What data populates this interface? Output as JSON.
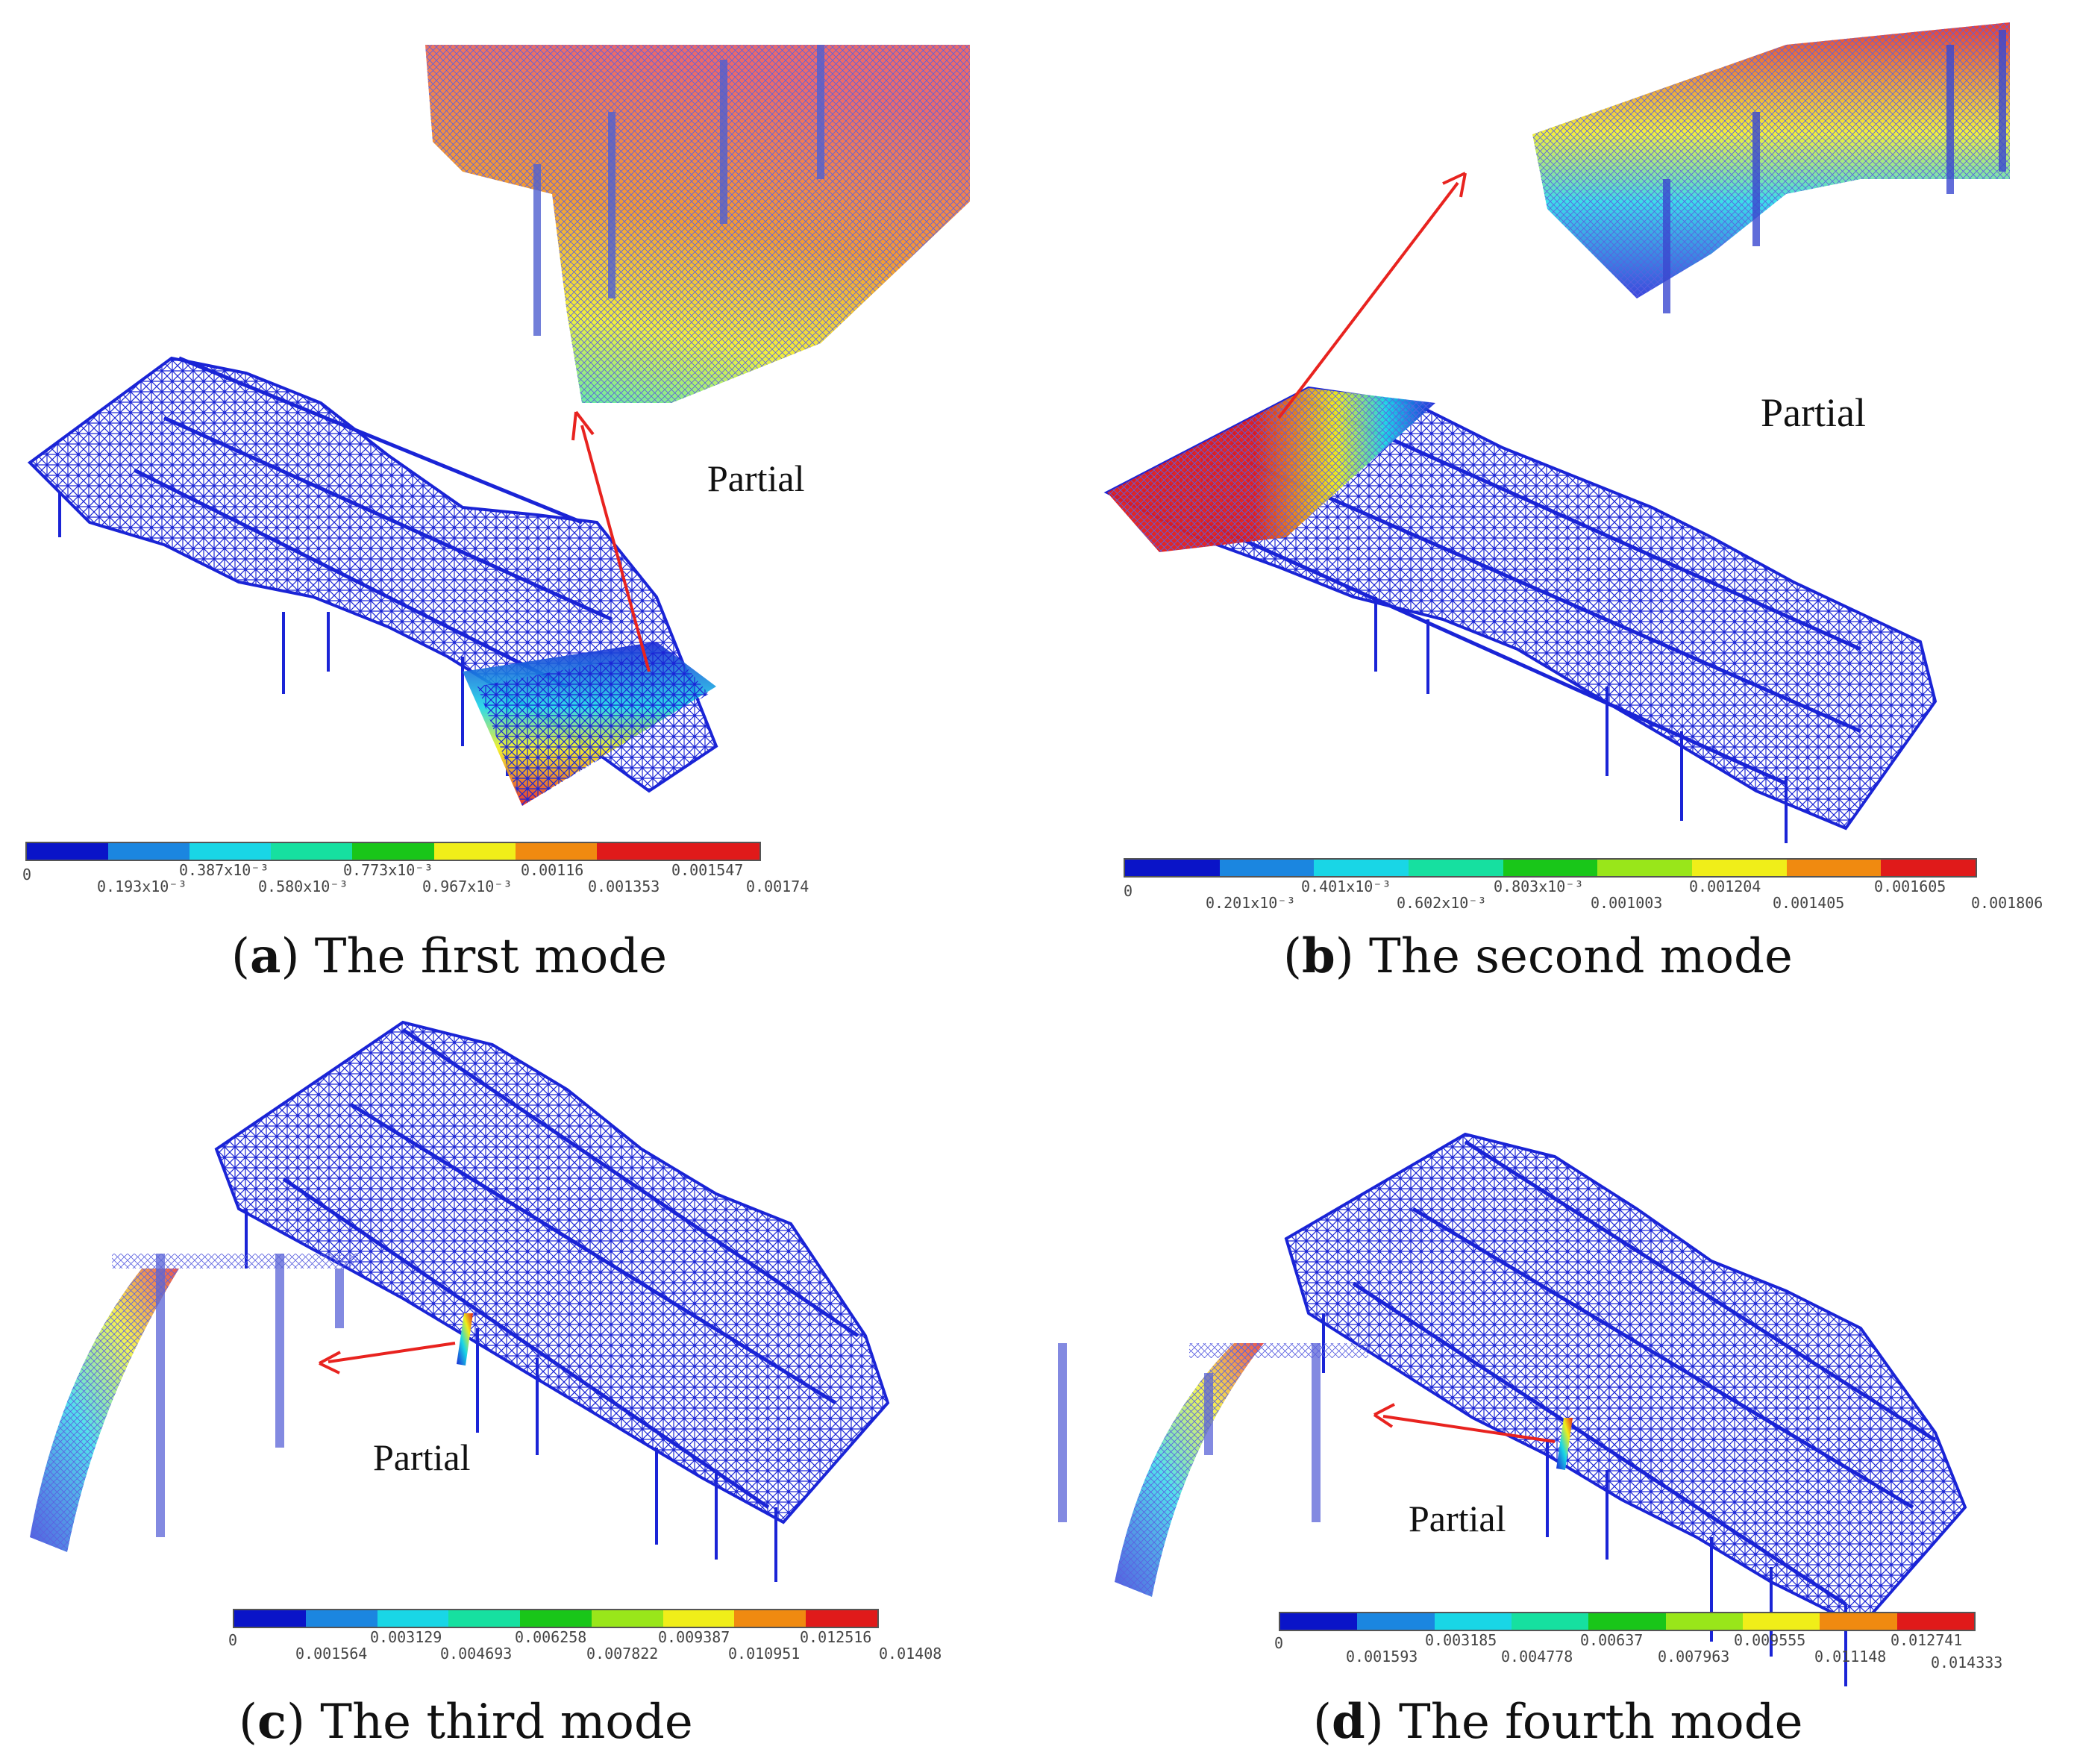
{
  "colors": {
    "structure": "#1a24d6",
    "arrow": "#e8231f",
    "legend": [
      "#0a14c8",
      "#1b86e0",
      "#19d6e6",
      "#16e0a0",
      "#19c619",
      "#99e61a",
      "#f0ee19",
      "#f08a10",
      "#e01a1a"
    ]
  },
  "panels": [
    {
      "id": "a",
      "partial_label": "Partial",
      "caption_letter": "a",
      "caption_text": " The first mode",
      "legend_ticks": [
        "0",
        "0.193x10⁻³",
        "0.387x10⁻³",
        "0.580x10⁻³",
        "0.773x10⁻³",
        "0.967x10⁻³",
        "0.00116",
        "0.001353",
        "0.001547",
        "0.00174"
      ]
    },
    {
      "id": "b",
      "partial_label": "Partial",
      "caption_letter": "b",
      "caption_text": " The second mode",
      "legend_ticks": [
        "0",
        "0.201x10⁻³",
        "0.401x10⁻³",
        "0.602x10⁻³",
        "0.803x10⁻³",
        "0.001003",
        "0.001204",
        "0.001405",
        "0.001605",
        "0.001806"
      ]
    },
    {
      "id": "c",
      "partial_label": "Partial",
      "caption_letter": "c",
      "caption_text": " The third mode",
      "legend_ticks": [
        "0",
        "0.001564",
        "0.003129",
        "0.004693",
        "0.006258",
        "0.007822",
        "0.009387",
        "0.010951",
        "0.012516",
        "0.01408"
      ]
    },
    {
      "id": "d",
      "partial_label": "Partial",
      "caption_letter": "d",
      "caption_text": " The fourth mode",
      "legend_ticks": [
        "0",
        "0.001593",
        "0.003185",
        "0.004778",
        "0.00637",
        "0.007963",
        "0.009555",
        "0.011148",
        "0.012741",
        "0.014333"
      ]
    }
  ]
}
